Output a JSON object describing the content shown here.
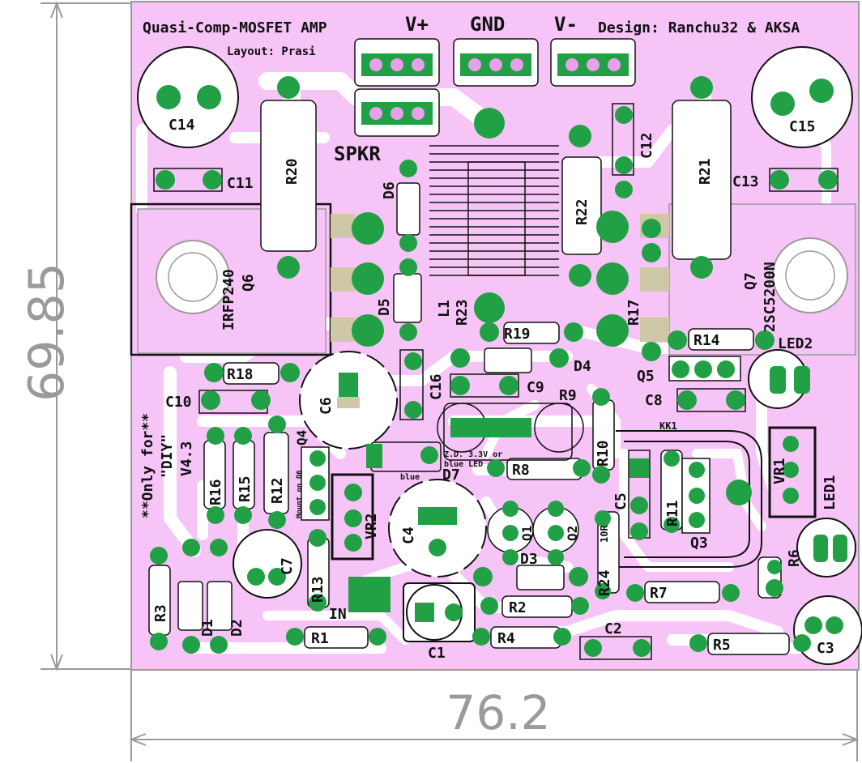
{
  "title_labels": {
    "board_title": "Quasi-Comp-MOSFET AMP",
    "layout_credit": "Layout: Prasi",
    "design_credit": "Design: Ranchu32 & AKSA",
    "only_for_diy_line1": "**Only for**",
    "only_for_diy_line2": "\"DIY\"",
    "version": "V4.3"
  },
  "connectors": {
    "v_plus": "V+",
    "gnd": "GND",
    "v_minus": "V-",
    "speaker": "SPKR",
    "input": "IN"
  },
  "transistors": {
    "q6_part": "IRFP240",
    "q6_ref": "Q6",
    "q7_ref": "Q7",
    "q7_part": "2SC5200N",
    "q1": "Q1",
    "q2": "Q2",
    "q3": "Q3",
    "q4": "Q4",
    "q5": "Q5",
    "q4_note": "Mount on Q6"
  },
  "resistors": {
    "r1": "R1",
    "r2": "R2",
    "r3": "R3",
    "r4": "R4",
    "r5": "R5",
    "r6": "R6",
    "r7": "R7",
    "r8": "R8",
    "r9": "R9",
    "r10": "R10",
    "r11": "R11",
    "r12": "R12",
    "r13": "R13",
    "r14": "R14",
    "r15": "R15",
    "r16": "R16",
    "r17": "R17",
    "r18": "R18",
    "r19": "R19",
    "r20": "R20",
    "r21": "R21",
    "r22": "R22",
    "r23": "R23",
    "r24": "R24",
    "r24_value": "10R"
  },
  "capacitors": {
    "c1": "C1",
    "c2": "C2",
    "c3": "C3",
    "c4": "C4",
    "c5": "C5",
    "c6": "C6",
    "c7": "C7",
    "c8": "C8",
    "c9": "C9",
    "c10": "C10",
    "c11": "C11",
    "c12": "C12",
    "c13": "C13",
    "c14": "C14",
    "c15": "C15",
    "c16": "C16"
  },
  "diodes": {
    "d1": "D1",
    "d2": "D2",
    "d3": "D3",
    "d4": "D4",
    "d5": "D5",
    "d6": "D6",
    "d7": "D7",
    "d7_note_line1": "Z.D. 3.3V or",
    "d7_note_line2": "blue LED",
    "d7_blue": "blue"
  },
  "misc": {
    "l1": "L1",
    "led1": "LED1",
    "led2": "LED2",
    "vr1": "VR1",
    "vr2": "VR2",
    "heatsink": "KK1"
  },
  "dimensions": {
    "width_mm": "76.2",
    "height_mm": "69.85"
  },
  "colors": {
    "board": "#f7c4f8",
    "trace": "#ffffff",
    "pad": "#22a045",
    "silkscreen": "#111111",
    "dimension": "#9a9a9a"
  }
}
